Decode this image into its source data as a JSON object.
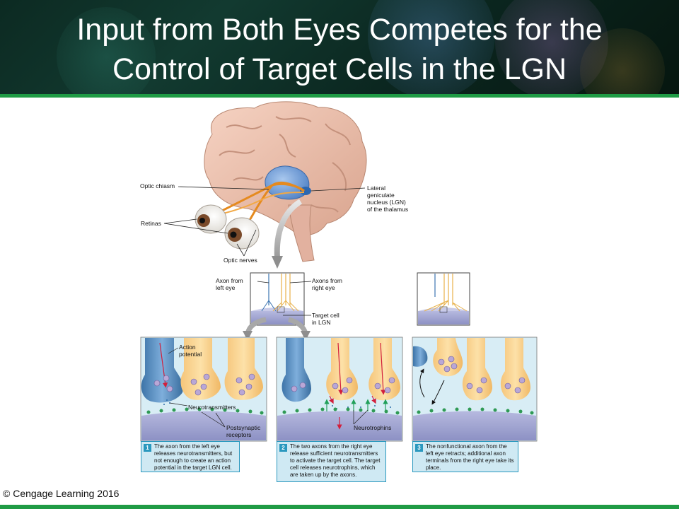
{
  "slide": {
    "title_line1": "Input from Both Eyes Competes for the",
    "title_line2": "Control of Target Cells in the LGN",
    "copyright": "© Cengage Learning 2016"
  },
  "labels": {
    "optic_chiasm": "Optic chiasm",
    "retinas": "Retinas",
    "optic_nerves": "Optic nerves",
    "lgn_line1": "Lateral",
    "lgn_line2": "geniculate",
    "lgn_line3": "nucleus (LGN)",
    "lgn_line4": "of the thalamus",
    "axon_left_line1": "Axon from",
    "axon_left_line2": "left eye",
    "axon_right_line1": "Axons from",
    "axon_right_line2": "right eye",
    "target_line1": "Target cell",
    "target_line2": "in LGN",
    "action_line1": "Action",
    "action_line2": "potential",
    "neurotransmitters": "Neurotransmitters",
    "postsyn_line1": "Postsynaptic",
    "postsyn_line2": "receptors",
    "neurotrophins": "Neurotrophins"
  },
  "steps": [
    {
      "num": "1",
      "text": "The axon from the left eye releases neurotransmitters, but not enough to create an action potential in the target LGN cell."
    },
    {
      "num": "2",
      "text": "The two axons from the right eye release sufficient neurotransmitters to activate the target cell. The target cell releases neurotrophins, which are taken up by the axons."
    },
    {
      "num": "3",
      "text": "The nonfunctional axon from the left eye retracts; additional axon terminals from the right eye take its place."
    }
  ]
}
